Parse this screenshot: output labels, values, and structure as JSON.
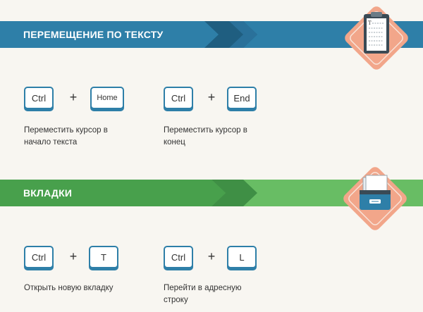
{
  "section1": {
    "title": "ПЕРЕМЕЩЕНИЕ ПО ТЕКСТУ",
    "icon": "clipboard-icon",
    "colors": {
      "bar": "#2e7fa8",
      "bar_dark": "#1f5e80",
      "badge": "#f2a68a"
    },
    "shortcuts": [
      {
        "keys": [
          "Ctrl",
          "Home"
        ],
        "plus": "+",
        "description": [
          "Переместить курсор в",
          "начало текста"
        ]
      },
      {
        "keys": [
          "Ctrl",
          "End"
        ],
        "plus": "+",
        "description": [
          "Переместить курсор в",
          "конец"
        ]
      }
    ]
  },
  "section2": {
    "title": "ВКЛАДКИ",
    "icon": "folder-tray-icon",
    "colors": {
      "bar": "#68bd64",
      "bar_dark": "#3f8f45",
      "badge": "#f2a68a"
    },
    "shortcuts": [
      {
        "keys": [
          "Ctrl",
          "T"
        ],
        "plus": "+",
        "description": [
          "Открыть новую вкладку"
        ]
      },
      {
        "keys": [
          "Ctrl",
          "L"
        ],
        "plus": "+",
        "description": [
          "Перейти в адресную",
          "строку"
        ]
      }
    ]
  }
}
